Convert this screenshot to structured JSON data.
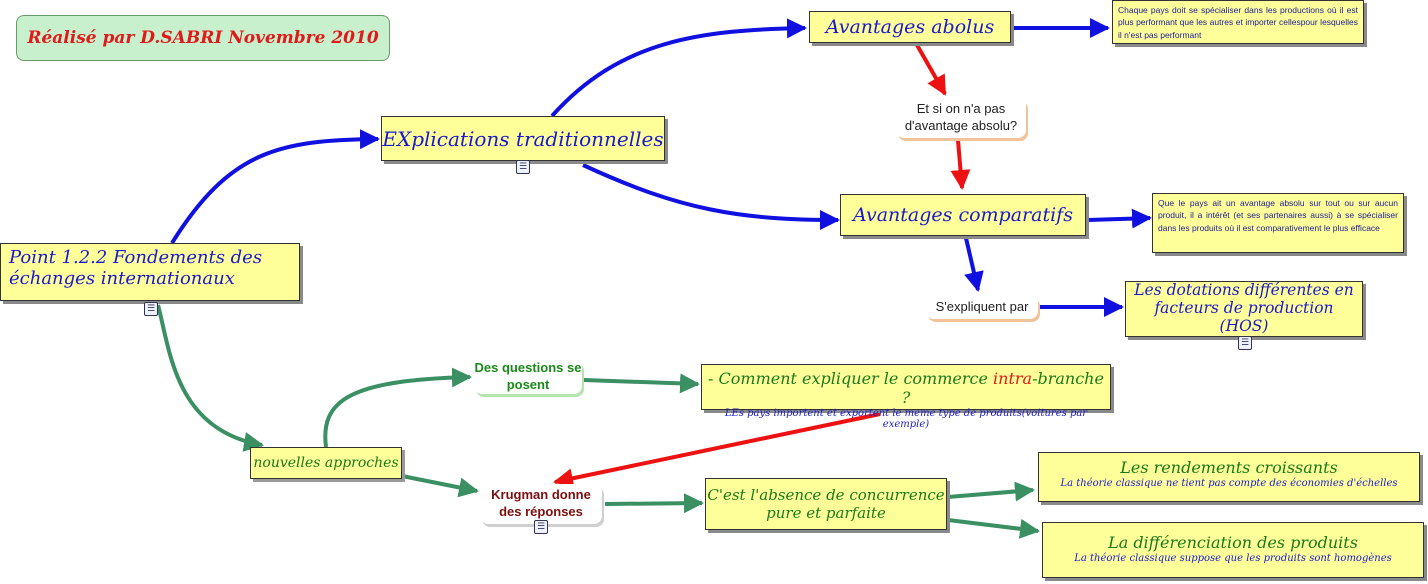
{
  "credit": "Réalisé par D.SABRI Novembre 2010",
  "root": "Point 1.2.2 Fondements des échanges internationaux",
  "traditional": {
    "title": "EXplications traditionnelles",
    "absolute": "Avantages abolus",
    "absolute_note": "Chaque pays doit se spécialiser dans les productions où il est plus performant que les autres et importer cellespour lesquelles il n'est pas performant",
    "question": "Et si on n'a pas d'avantage absolu?",
    "comparative": "Avantages comparatifs",
    "comparative_note": "Que le pays ait un avantage absolu sur tout ou sur aucun produit, il a intérêt (et ses partenaires aussi) à se spécialiser dans les produits où il est comparativement le plus efficace",
    "explained_by": "S'expliquent par",
    "hos": "Les dotations différentes en facteurs de production (HOS)"
  },
  "new": {
    "title": "nouvelles approches",
    "questions": "Des questions se posent",
    "intra_pre": "- Comment expliquer le commerce ",
    "intra_word": "intra",
    "intra_post": "-branche ?",
    "intra_sub": "LEs pays importent et exportent le meme type  de produits(voitures par exemple)",
    "krugman": "Krugman donne des réponses",
    "absence": "C'est l'absence de concurrence pure et parfaite",
    "rendements": "Les rendements croissants",
    "rendements_sub": "La théorie classique ne tient pas compte des économies d'échelles",
    "differenciation": "La différenciation des produits",
    "differenciation_sub": "La théorie classique suppose que les produits sont homogènes"
  },
  "colors": {
    "blue_edge": "#1010e0",
    "red_edge": "#ee1111",
    "green_edge": "#3a8f63",
    "node_fill": "#ffff99"
  },
  "icons": {
    "note": "note-icon"
  }
}
